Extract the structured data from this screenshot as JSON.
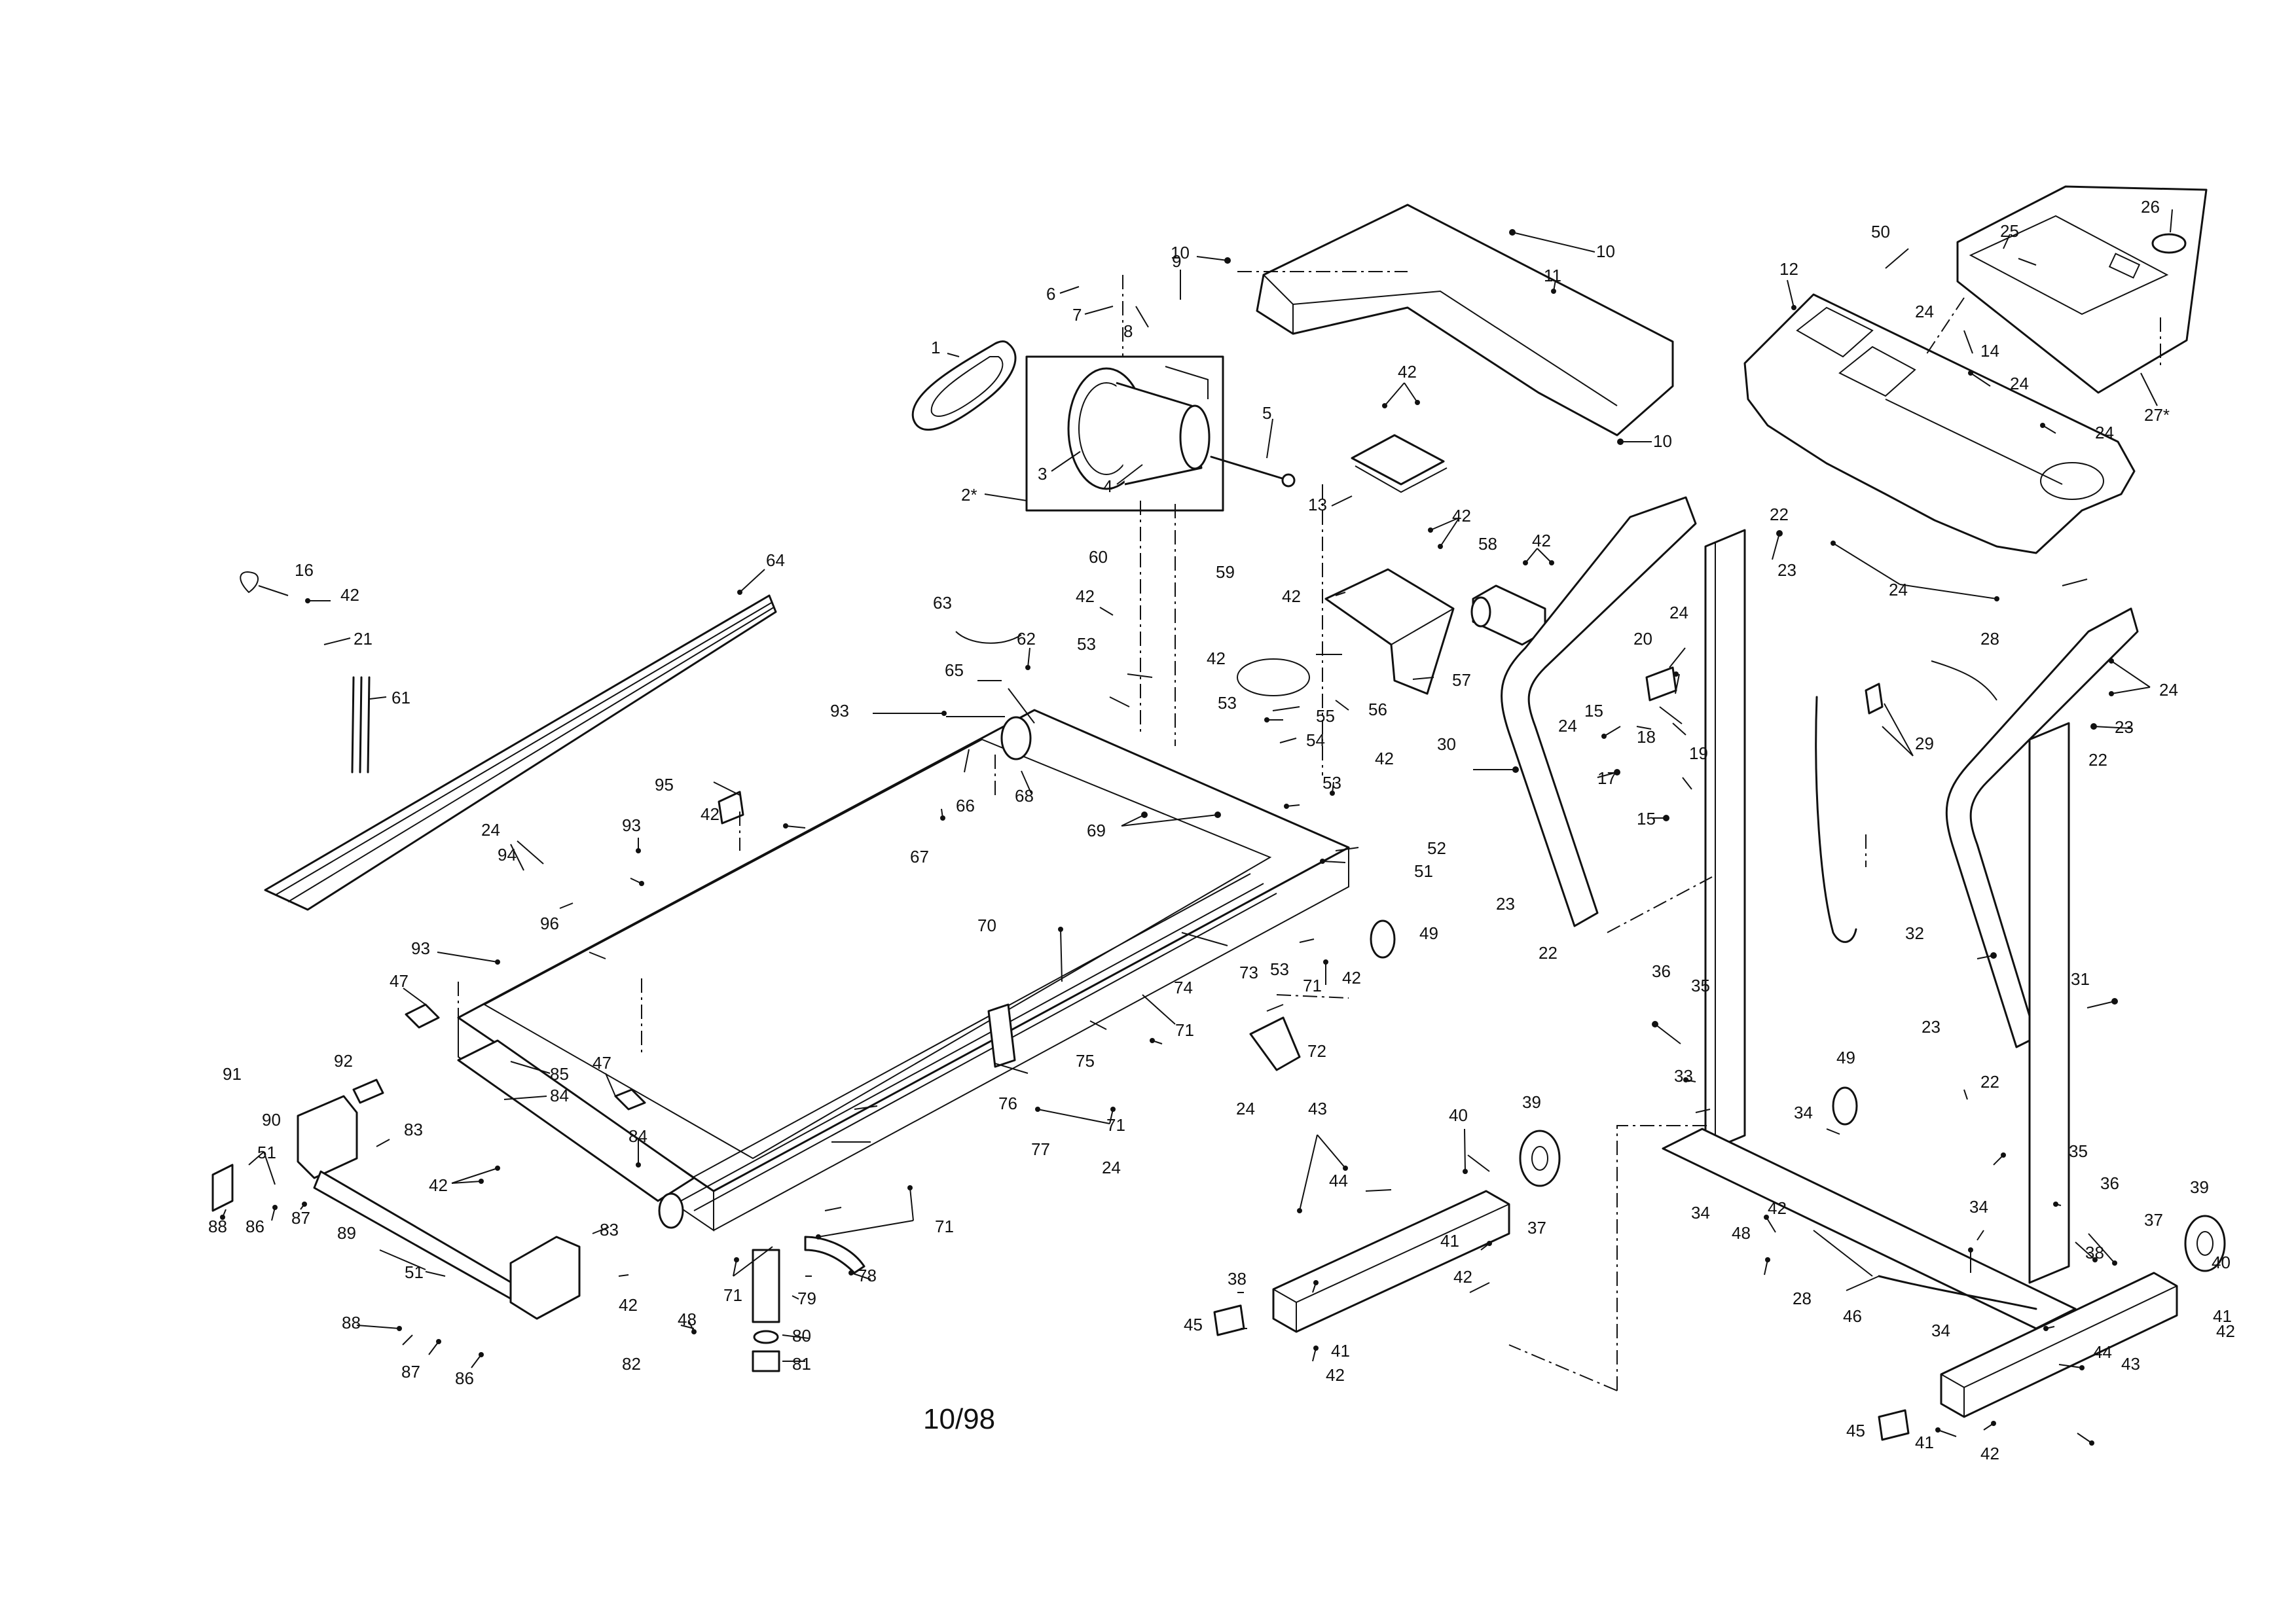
{
  "footer": {
    "date_code": "10/98"
  },
  "callouts": [
    {
      "id": "c1",
      "text": "1"
    },
    {
      "id": "c2",
      "text": "2*"
    },
    {
      "id": "c3",
      "text": "3"
    },
    {
      "id": "c4",
      "text": "4"
    },
    {
      "id": "c5",
      "text": "5"
    },
    {
      "id": "c6",
      "text": "6"
    },
    {
      "id": "c7",
      "text": "7"
    },
    {
      "id": "c8",
      "text": "8"
    },
    {
      "id": "c9",
      "text": "9"
    },
    {
      "id": "c10a",
      "text": "10"
    },
    {
      "id": "c10b",
      "text": "10"
    },
    {
      "id": "c10c",
      "text": "10"
    },
    {
      "id": "c11",
      "text": "11"
    },
    {
      "id": "c12",
      "text": "12"
    },
    {
      "id": "c13",
      "text": "13"
    },
    {
      "id": "c14",
      "text": "14"
    },
    {
      "id": "c15a",
      "text": "15"
    },
    {
      "id": "c15b",
      "text": "15"
    },
    {
      "id": "c16",
      "text": "16"
    },
    {
      "id": "c17",
      "text": "17"
    },
    {
      "id": "c18",
      "text": "18"
    },
    {
      "id": "c19",
      "text": "19"
    },
    {
      "id": "c20",
      "text": "20"
    },
    {
      "id": "c21",
      "text": "21"
    },
    {
      "id": "c22a",
      "text": "22"
    },
    {
      "id": "c22b",
      "text": "22"
    },
    {
      "id": "c22c",
      "text": "22"
    },
    {
      "id": "c22d",
      "text": "22"
    },
    {
      "id": "c23a",
      "text": "23"
    },
    {
      "id": "c23b",
      "text": "23"
    },
    {
      "id": "c23c",
      "text": "23"
    },
    {
      "id": "c23d",
      "text": "23"
    },
    {
      "id": "c24a",
      "text": "24"
    },
    {
      "id": "c24b",
      "text": "24"
    },
    {
      "id": "c24c",
      "text": "24"
    },
    {
      "id": "c24d",
      "text": "24"
    },
    {
      "id": "c24e",
      "text": "24"
    },
    {
      "id": "c24f",
      "text": "24"
    },
    {
      "id": "c24g",
      "text": "24"
    },
    {
      "id": "c24h",
      "text": "24"
    },
    {
      "id": "c24i",
      "text": "24"
    },
    {
      "id": "c24j",
      "text": "24"
    },
    {
      "id": "c25",
      "text": "25"
    },
    {
      "id": "c26",
      "text": "26"
    },
    {
      "id": "c27",
      "text": "27*"
    },
    {
      "id": "c28a",
      "text": "28"
    },
    {
      "id": "c28b",
      "text": "28"
    },
    {
      "id": "c29",
      "text": "29"
    },
    {
      "id": "c30",
      "text": "30"
    },
    {
      "id": "c31",
      "text": "31"
    },
    {
      "id": "c32",
      "text": "32"
    },
    {
      "id": "c33",
      "text": "33"
    },
    {
      "id": "c34a",
      "text": "34"
    },
    {
      "id": "c34b",
      "text": "34"
    },
    {
      "id": "c34c",
      "text": "34"
    },
    {
      "id": "c34d",
      "text": "34"
    },
    {
      "id": "c35a",
      "text": "35"
    },
    {
      "id": "c35b",
      "text": "35"
    },
    {
      "id": "c36a",
      "text": "36"
    },
    {
      "id": "c36b",
      "text": "36"
    },
    {
      "id": "c37a",
      "text": "37"
    },
    {
      "id": "c37b",
      "text": "37"
    },
    {
      "id": "c38a",
      "text": "38"
    },
    {
      "id": "c38b",
      "text": "38"
    },
    {
      "id": "c39a",
      "text": "39"
    },
    {
      "id": "c39b",
      "text": "39"
    },
    {
      "id": "c40a",
      "text": "40"
    },
    {
      "id": "c40b",
      "text": "40"
    },
    {
      "id": "c41a",
      "text": "41"
    },
    {
      "id": "c41b",
      "text": "41"
    },
    {
      "id": "c41c",
      "text": "41"
    },
    {
      "id": "c41d",
      "text": "41"
    },
    {
      "id": "c42a",
      "text": "42"
    },
    {
      "id": "c42b",
      "text": "42"
    },
    {
      "id": "c42c",
      "text": "42"
    },
    {
      "id": "c42d",
      "text": "42"
    },
    {
      "id": "c42e",
      "text": "42"
    },
    {
      "id": "c42f",
      "text": "42"
    },
    {
      "id": "c42g",
      "text": "42"
    },
    {
      "id": "c42h",
      "text": "42"
    },
    {
      "id": "c42i",
      "text": "42"
    },
    {
      "id": "c42j",
      "text": "42"
    },
    {
      "id": "c42k",
      "text": "42"
    },
    {
      "id": "c42l",
      "text": "42"
    },
    {
      "id": "c42m",
      "text": "42"
    },
    {
      "id": "c42n",
      "text": "42"
    },
    {
      "id": "c42o",
      "text": "42"
    },
    {
      "id": "c42p",
      "text": "42"
    },
    {
      "id": "c42q",
      "text": "42"
    },
    {
      "id": "c43a",
      "text": "43"
    },
    {
      "id": "c43b",
      "text": "43"
    },
    {
      "id": "c44a",
      "text": "44"
    },
    {
      "id": "c44b",
      "text": "44"
    },
    {
      "id": "c45a",
      "text": "45"
    },
    {
      "id": "c45b",
      "text": "45"
    },
    {
      "id": "c46",
      "text": "46"
    },
    {
      "id": "c47a",
      "text": "47"
    },
    {
      "id": "c47b",
      "text": "47"
    },
    {
      "id": "c48a",
      "text": "48"
    },
    {
      "id": "c48b",
      "text": "48"
    },
    {
      "id": "c49a",
      "text": "49"
    },
    {
      "id": "c49b",
      "text": "49"
    },
    {
      "id": "c50",
      "text": "50"
    },
    {
      "id": "c51a",
      "text": "51"
    },
    {
      "id": "c51b",
      "text": "51"
    },
    {
      "id": "c51c",
      "text": "51"
    },
    {
      "id": "c52",
      "text": "52"
    },
    {
      "id": "c53a",
      "text": "53"
    },
    {
      "id": "c53b",
      "text": "53"
    },
    {
      "id": "c53c",
      "text": "53"
    },
    {
      "id": "c53d",
      "text": "53"
    },
    {
      "id": "c54",
      "text": "54"
    },
    {
      "id": "c55",
      "text": "55"
    },
    {
      "id": "c56",
      "text": "56"
    },
    {
      "id": "c57",
      "text": "57"
    },
    {
      "id": "c58",
      "text": "58"
    },
    {
      "id": "c59",
      "text": "59"
    },
    {
      "id": "c60",
      "text": "60"
    },
    {
      "id": "c61",
      "text": "61"
    },
    {
      "id": "c62",
      "text": "62"
    },
    {
      "id": "c63",
      "text": "63"
    },
    {
      "id": "c64",
      "text": "64"
    },
    {
      "id": "c65",
      "text": "65"
    },
    {
      "id": "c66",
      "text": "66"
    },
    {
      "id": "c67",
      "text": "67"
    },
    {
      "id": "c68",
      "text": "68"
    },
    {
      "id": "c69",
      "text": "69"
    },
    {
      "id": "c70",
      "text": "70"
    },
    {
      "id": "c71a",
      "text": "71"
    },
    {
      "id": "c71b",
      "text": "71"
    },
    {
      "id": "c71c",
      "text": "71"
    },
    {
      "id": "c71d",
      "text": "71"
    },
    {
      "id": "c71e",
      "text": "71"
    },
    {
      "id": "c72",
      "text": "72"
    },
    {
      "id": "c73",
      "text": "73"
    },
    {
      "id": "c74",
      "text": "74"
    },
    {
      "id": "c75",
      "text": "75"
    },
    {
      "id": "c76",
      "text": "76"
    },
    {
      "id": "c77",
      "text": "77"
    },
    {
      "id": "c78",
      "text": "78"
    },
    {
      "id": "c79",
      "text": "79"
    },
    {
      "id": "c80",
      "text": "80"
    },
    {
      "id": "c81",
      "text": "81"
    },
    {
      "id": "c82",
      "text": "82"
    },
    {
      "id": "c83a",
      "text": "83"
    },
    {
      "id": "c83b",
      "text": "83"
    },
    {
      "id": "c84a",
      "text": "84"
    },
    {
      "id": "c84b",
      "text": "84"
    },
    {
      "id": "c85",
      "text": "85"
    },
    {
      "id": "c86a",
      "text": "86"
    },
    {
      "id": "c86b",
      "text": "86"
    },
    {
      "id": "c87a",
      "text": "87"
    },
    {
      "id": "c87b",
      "text": "87"
    },
    {
      "id": "c88a",
      "text": "88"
    },
    {
      "id": "c88b",
      "text": "88"
    },
    {
      "id": "c89",
      "text": "89"
    },
    {
      "id": "c90",
      "text": "90"
    },
    {
      "id": "c91",
      "text": "91"
    },
    {
      "id": "c92",
      "text": "92"
    },
    {
      "id": "c93a",
      "text": "93"
    },
    {
      "id": "c93b",
      "text": "93"
    },
    {
      "id": "c93c",
      "text": "93"
    },
    {
      "id": "c94",
      "text": "94"
    },
    {
      "id": "c95",
      "text": "95"
    },
    {
      "id": "c96",
      "text": "96"
    }
  ]
}
